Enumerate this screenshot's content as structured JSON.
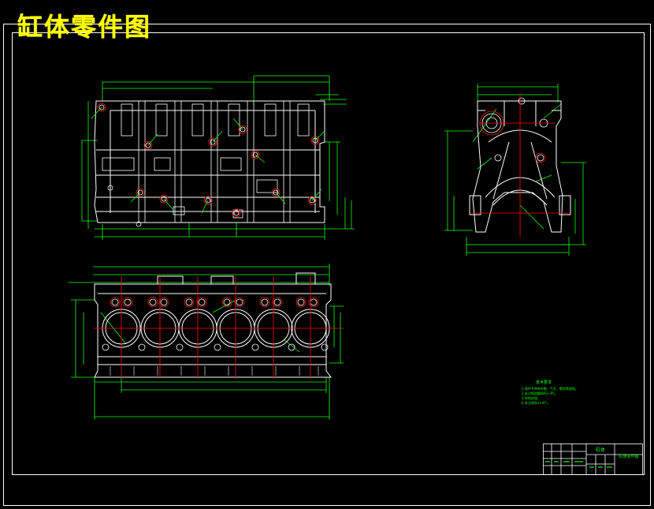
{
  "title": "缸体零件图",
  "notes": {
    "heading": "技术要求",
    "lines": [
      "1.铸件不得有砂眼、气孔、裂纹等缺陷。",
      "2.未注铸造圆角R3~R5。",
      "3.时效处理。",
      "4.未注倒角1×45°。"
    ]
  },
  "title_block": {
    "part_name": "缸体",
    "drawing_label": "缸体零件图"
  },
  "colors": {
    "outline": "#ffffff",
    "dimension": "#00ff00",
    "centerline": "#ff0000",
    "title": "#ffff00",
    "background": "#000000"
  }
}
